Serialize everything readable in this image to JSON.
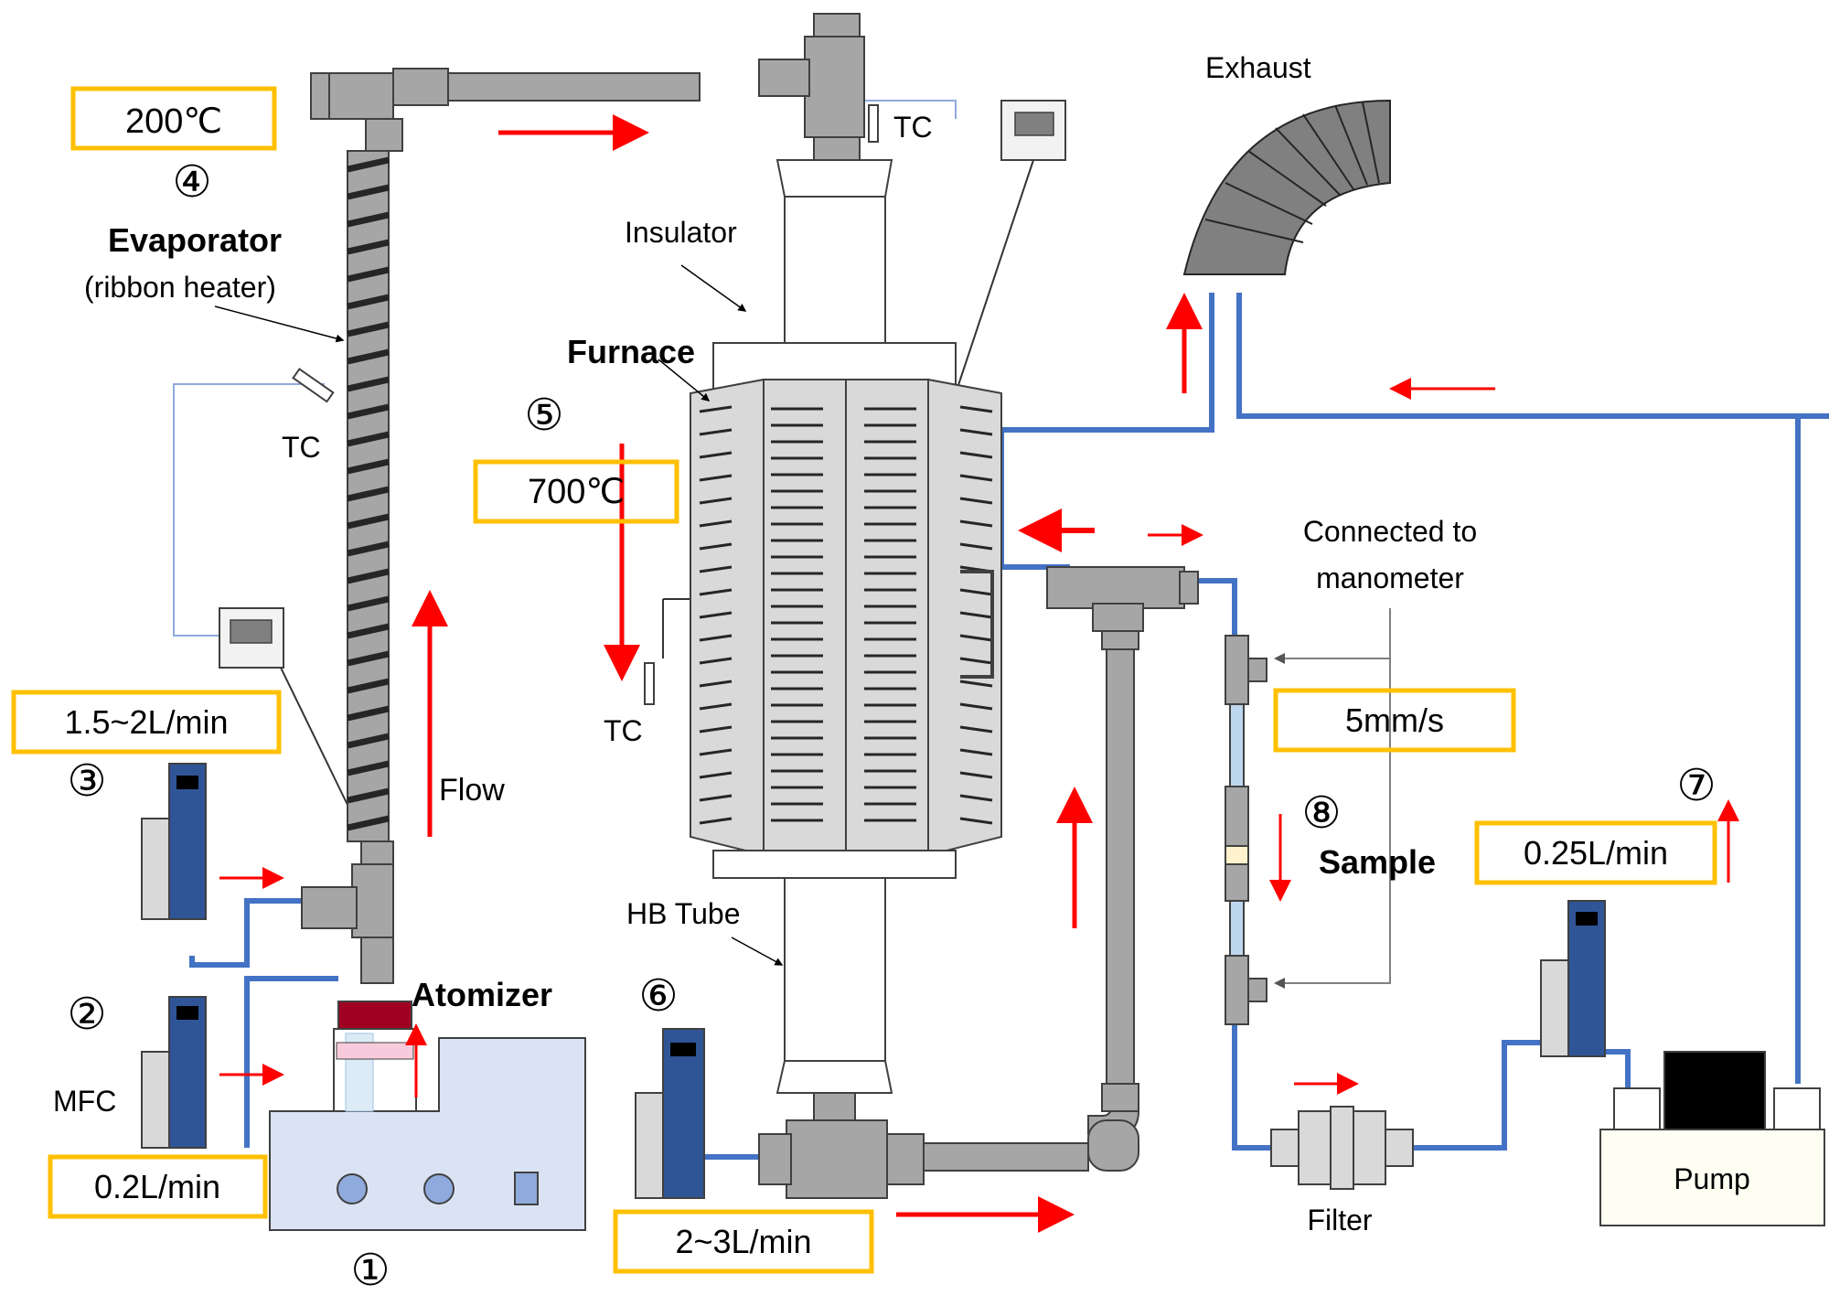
{
  "labels": {
    "evaporator_temp": "200℃",
    "marker_4": "④",
    "evaporator_title": "Evaporator",
    "evaporator_sub": "(ribbon heater)",
    "tc_evaporator": "TC",
    "flow_evaporator_air": "1.5~2L/min",
    "marker_3": "③",
    "flow_word": "Flow",
    "marker_2": "②",
    "mfc": "MFC",
    "flow_atomizer_air": "0.2L/min",
    "atomizer": "Atomizer",
    "marker_1": "①",
    "tc_top": "TC",
    "insulator": "Insulator",
    "furnace": "Furnace",
    "marker_5": "⑤",
    "furnace_temp": "700℃",
    "tc_furnace": "TC",
    "hb_tube": "HB Tube",
    "marker_6": "⑥",
    "flow_dilution": "2~3L/min",
    "exhaust": "Exhaust",
    "connected_to": "Connected to",
    "manometer": "manometer",
    "face_velocity": "5mm/s",
    "marker_8": "⑧",
    "sample": "Sample",
    "marker_7": "⑦",
    "flow_sample": "0.25L/min",
    "filter": "Filter",
    "pump": "Pump"
  },
  "colors": {
    "tube_fill": "#a6a6a6",
    "line_blue": "#4472c4",
    "thin_blue": "#8faadc",
    "arrow_red": "#ff0000",
    "box_border": "#ffc000",
    "atomizer_body": "#dae3f3",
    "mfc_body": "#2f5597",
    "atomizer_cap": "#c00000"
  }
}
